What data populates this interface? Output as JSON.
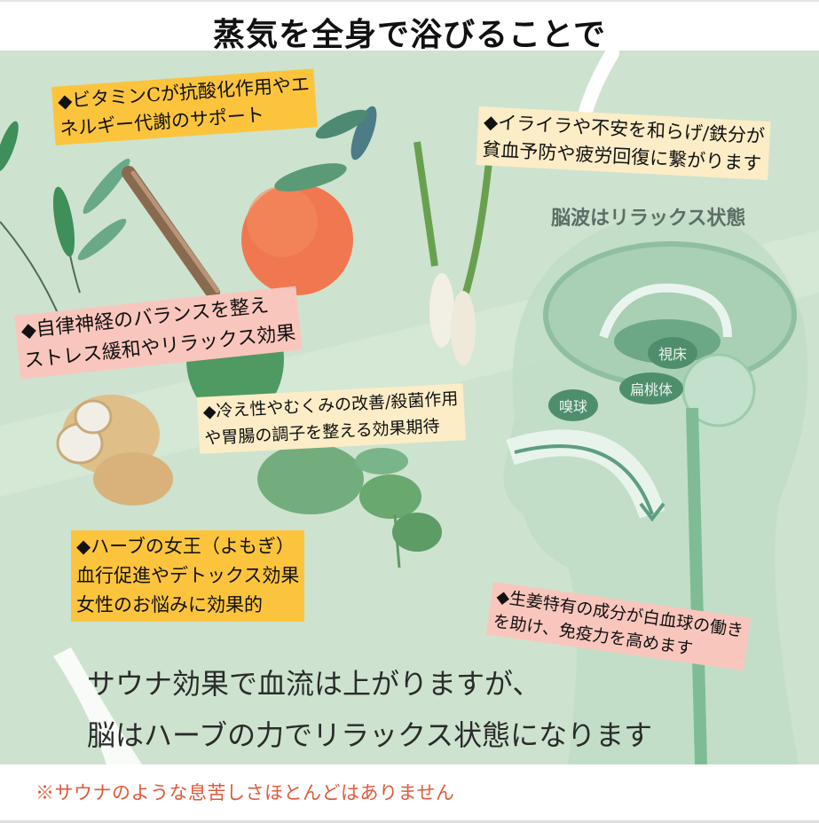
{
  "header": {
    "title": "蒸気を全身で浴びることで"
  },
  "notes": {
    "vitamin_c": {
      "lines": [
        "◆ビタミンCが抗酸化作用やエ",
        "ネルギー代謝のサポート"
      ],
      "background": "#fcc43c"
    },
    "iron": {
      "lines": [
        "◆イライラや不安を和らげ/鉄分が",
        "貧血予防や疲労回復に繋がります"
      ],
      "background": "#fcedc7"
    },
    "autonomic": {
      "lines": [
        "◆自律神経のバランスを整え",
        "ストレス緩和やリラックス効果"
      ],
      "background": "#f9c6bd"
    },
    "cold": {
      "lines": [
        "◆冷え性やむくみの改善/殺菌作用",
        "や胃腸の調子を整える効果期待"
      ],
      "background": "#fcedc7"
    },
    "yomogi": {
      "lines": [
        "◆ハーブの女王（よもぎ）",
        "血行促進やデトックス効果",
        "女性のお悩みに効果的"
      ],
      "background": "#fcc43c"
    },
    "ginger": {
      "lines": [
        "◆生姜特有の成分が白血球の働き",
        "を助け、免疫力を高めます"
      ],
      "background": "#f9c6bd"
    }
  },
  "brain_diagram": {
    "caption": "脳波はリラックス状態",
    "labels": {
      "thalamus": "視床",
      "amygdala": "扁桃体",
      "olfactory_bulb": "嗅球"
    },
    "color": "#4f8e6c"
  },
  "main_message": {
    "lines": [
      "サウナ効果で血流は上がりますが、",
      "脳はハーブの力でリラックス状態になります"
    ]
  },
  "footer": {
    "note": "※サウナのような息苦しさほとんどはありません",
    "color": "#e0593a"
  },
  "illustrations": {
    "items": [
      "orange",
      "cinnamon-stick",
      "green-onion",
      "ginger",
      "mugwort-leaves",
      "perilla-leaves",
      "willow-branch"
    ]
  }
}
